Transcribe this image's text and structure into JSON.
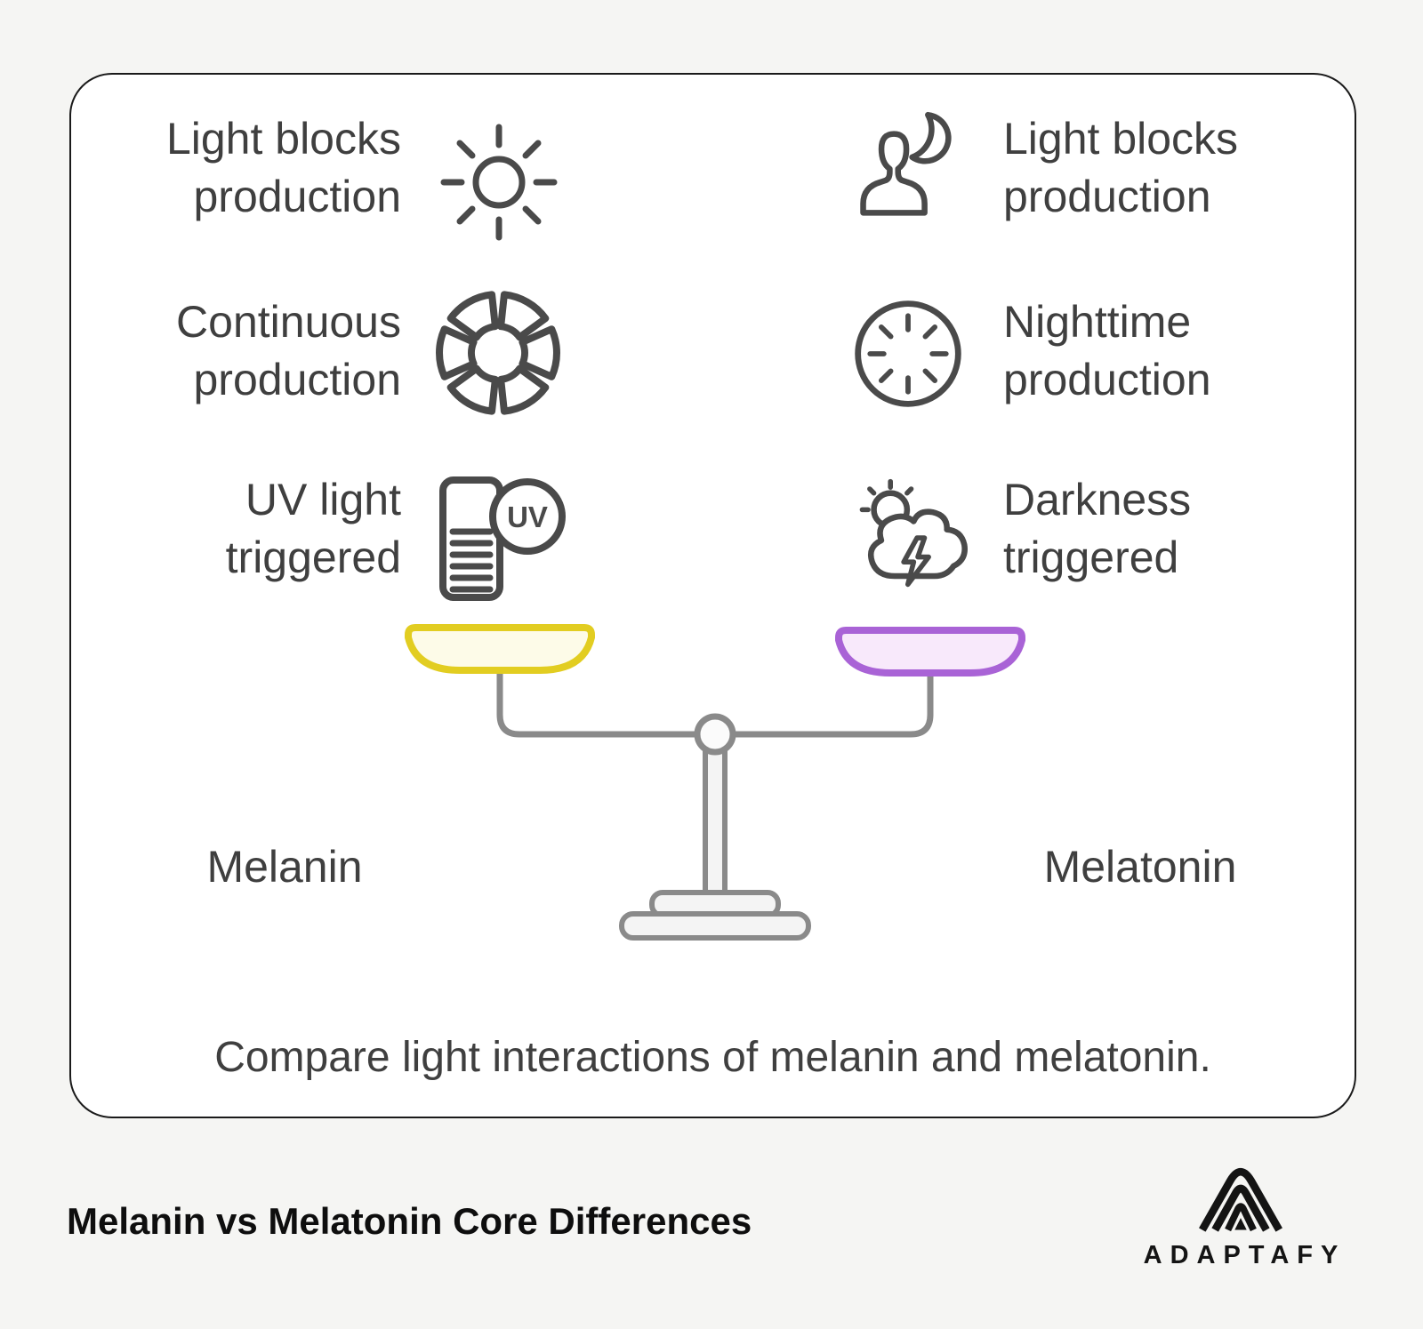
{
  "colors": {
    "page-bg": "#f5f5f3",
    "card-bg": "#ffffff",
    "card-border": "#1a1a1a",
    "text": "#3f3f3f",
    "icon-stroke": "#4a4a4a",
    "scale-gray": "#8a8a8a",
    "scale-fill": "#f4f4f4",
    "yellow-stroke": "#e2cd21",
    "yellow-fill": "#fdfbe8",
    "purple-stroke": "#a963d6",
    "purple-fill": "#f8e9fb",
    "title-color": "#0e0e0e"
  },
  "features_left": [
    {
      "line1": "Light blocks",
      "line2": "production",
      "icon": "sun-icon"
    },
    {
      "line1": "Continuous",
      "line2": "production",
      "icon": "segmented-ring-icon"
    },
    {
      "line1": "UV light",
      "line2": "triggered",
      "icon": "uv-document-icon"
    }
  ],
  "features_right": [
    {
      "line1": "Light blocks",
      "line2": "production",
      "icon": "person-moon-icon"
    },
    {
      "line1": "Nighttime",
      "line2": "production",
      "icon": "clock-icon"
    },
    {
      "line1": "Darkness",
      "line2": "triggered",
      "icon": "sun-cloud-bolt-icon"
    }
  ],
  "uv_badge": "UV",
  "scale": {
    "left_label": "Melanin",
    "right_label": "Melatonin"
  },
  "caption": "Compare light interactions of melanin and melatonin.",
  "footer": {
    "title": "Melanin vs Melatonin Core Differences",
    "brand": "ADAPTAFY"
  }
}
